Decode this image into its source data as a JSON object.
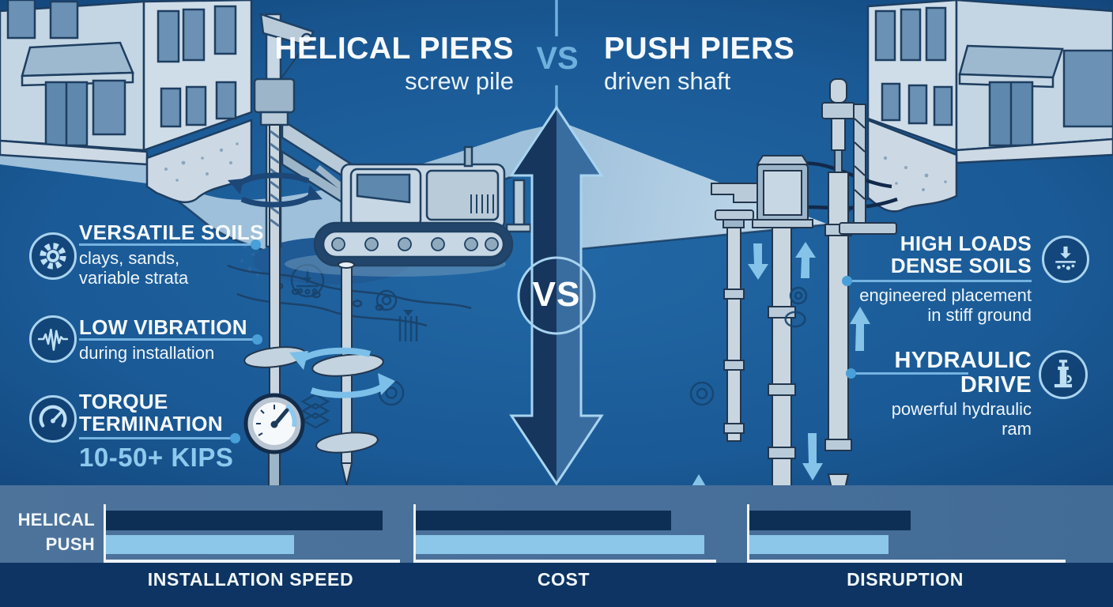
{
  "header": {
    "left_title": "HELICAL PIERS",
    "left_subtitle": "screw pile",
    "vs_label": "VS",
    "right_title": "PUSH PIERS",
    "right_subtitle": "driven shaft"
  },
  "center_badge": {
    "label": "VS"
  },
  "left_features": [
    {
      "icon": "gear-icon",
      "title": "VERSATILE SOILS",
      "desc_line1": "clays, sands,",
      "desc_line2": "variable strata"
    },
    {
      "icon": "vibration-icon",
      "title": "LOW VIBRATION",
      "desc_line1": "during installation"
    },
    {
      "icon": "torque-gauge-icon",
      "title_line1": "TORQUE",
      "title_line2": "TERMINATION",
      "value": "10-50+ KIPS"
    }
  ],
  "right_features": [
    {
      "icon": "load-dense-soil-icon",
      "title_line1": "HIGH LOADS",
      "title_line2": "DENSE SOILS",
      "desc_line1": "engineered placement",
      "desc_line2": "in stiff ground"
    },
    {
      "icon": "hydraulic-jack-icon",
      "title_line1": "HYDRAULIC",
      "title_line2": "DRIVE",
      "desc_line1": "powerful hydraulic",
      "desc_line2": "ram"
    }
  ],
  "chart_data": {
    "type": "bar",
    "orientation": "horizontal",
    "categories": [
      "INSTALLATION SPEED",
      "COST",
      "DISRUPTION"
    ],
    "series": [
      {
        "name": "HELICAL",
        "color": "#0e2f55",
        "values": [
          94,
          85,
          51
        ]
      },
      {
        "name": "PUSH",
        "color": "#8cc6e9",
        "values": [
          64,
          96,
          44
        ]
      }
    ],
    "value_scale": "percent_of_axis_length",
    "axis_color": "#edf3f8",
    "band_color": "#4a7199",
    "legend_position": "left_row_labels",
    "grid": false
  },
  "palette": {
    "background_deep": "#0a2b52",
    "background_mid": "#1a5a96",
    "accent_light_blue": "#74b3e0",
    "icon_stroke": "#bfe0f4",
    "kips_value_color": "#8ec9ee",
    "arrow_left_fill": "#16365e",
    "arrow_right_fill": "#3a6d9f",
    "arrow_outline": "#a8d4f0",
    "chart_footer": "#0d3462"
  }
}
